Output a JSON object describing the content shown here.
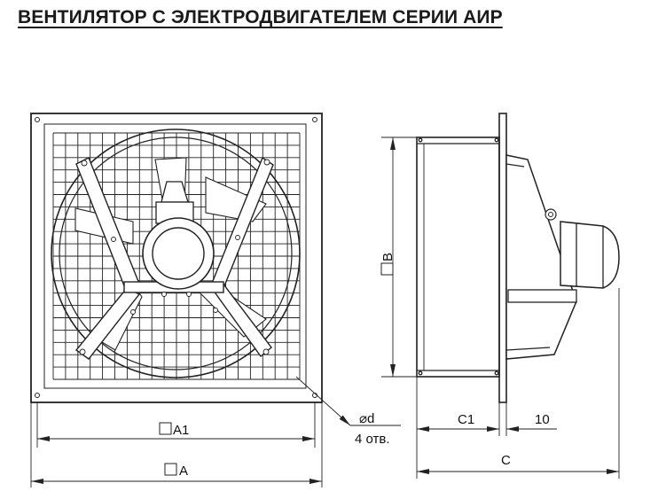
{
  "title": "ВЕНТИЛЯТОР С ЭЛЕКТРОДВИГАТЕЛЕМ СЕРИИ АИР",
  "dimensions": {
    "A1": "A1",
    "A": "A",
    "B": "B",
    "C1": "C1",
    "ten": "10",
    "C": "C",
    "hole_dia": "⌀d",
    "hole_count": "4 отв."
  }
}
